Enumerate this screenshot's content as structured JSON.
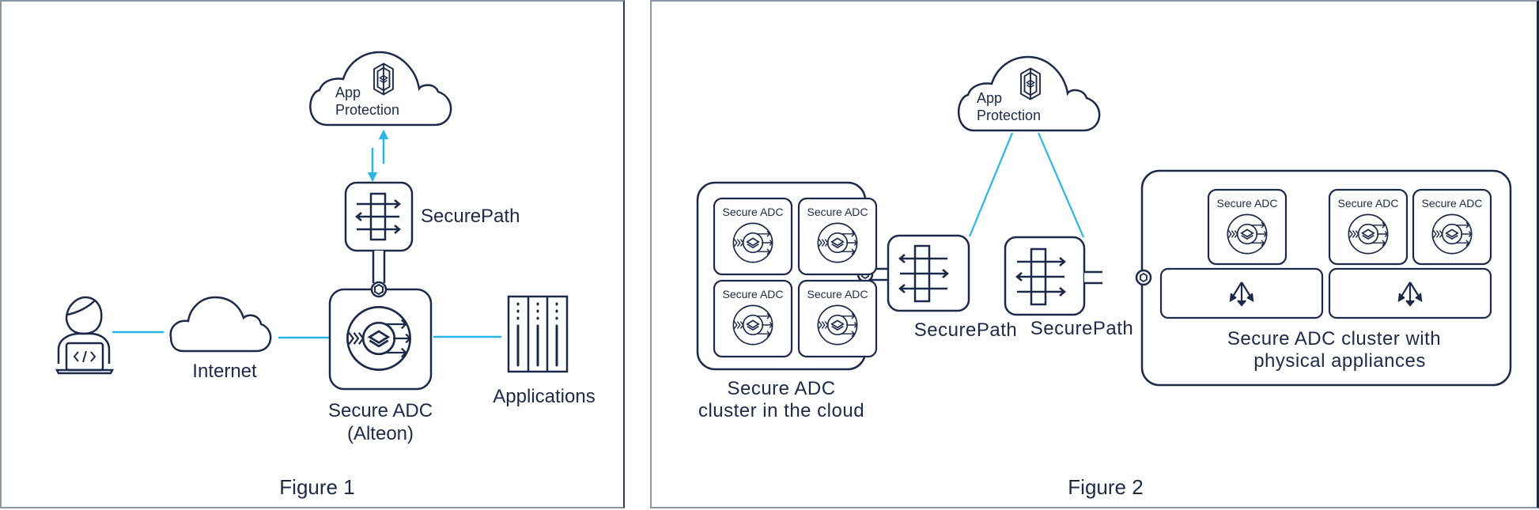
{
  "figure1": {
    "caption": "Figure 1",
    "app_protection": {
      "line1": "App",
      "line2": "Protection"
    },
    "securepath": "SecurePath",
    "internet": "Internet",
    "secure_adc": {
      "line1": "Secure ADC",
      "line2": "(Alteon)"
    },
    "applications": "Applications"
  },
  "figure2": {
    "caption": "Figure 2",
    "app_protection": {
      "line1": "App",
      "line2": "Protection"
    },
    "cloud_cluster": {
      "node_label": "Secure ADC",
      "nodes": [
        "Secure ADC",
        "Secure ADC",
        "Secure ADC",
        "Secure ADC"
      ],
      "caption_line1": "Secure ADC",
      "caption_line2": "cluster in the cloud"
    },
    "securepath_left": "SecurePath",
    "securepath_right": "SecurePath",
    "physical_cluster": {
      "nodes": [
        "Secure ADC",
        "Secure ADC",
        "Secure ADC"
      ],
      "caption_line1": "Secure ADC cluster with",
      "caption_line2": "physical appliances"
    }
  },
  "colors": {
    "stroke": "#1c2a4a",
    "accent": "#29b6e6",
    "frame": "#8a97ab"
  }
}
